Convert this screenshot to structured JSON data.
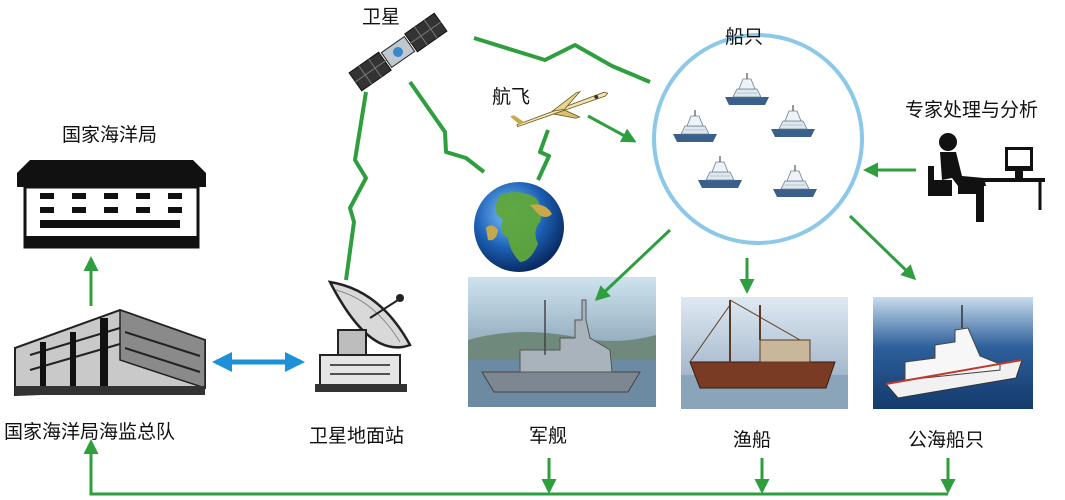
{
  "labels": {
    "satellite": "卫星",
    "aircraft": "航飞",
    "ships": "船只",
    "expert": "专家处理与分析",
    "oceanic_admin": "国家海洋局",
    "marine_surveillance": "国家海洋局海监总队",
    "ground_station": "卫星地面站",
    "warship": "军舰",
    "fishing_boat": "渔船",
    "high_seas_ship": "公海船只"
  },
  "colors": {
    "green_arrow": "#2e9e3e",
    "blue_arrow": "#1e90d8",
    "ship_circle": "#8cc8e8"
  },
  "icons": [
    "satellite-icon",
    "aircraft-icon",
    "globe-icon",
    "ship-icon",
    "expert-workstation-icon",
    "office-building-icon",
    "headquarters-building-icon",
    "satellite-dish-icon",
    "warship-photo",
    "fishing-boat-photo",
    "high-seas-ship-photo"
  ]
}
